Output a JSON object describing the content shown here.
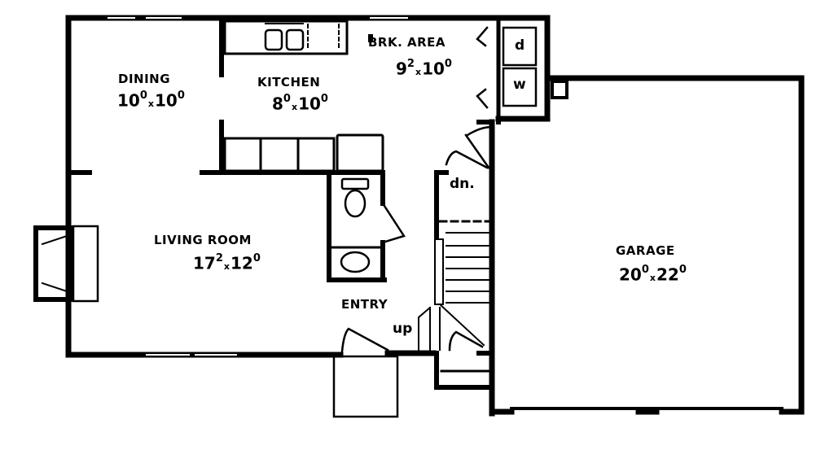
{
  "plan": {
    "stroke_color": "#000000",
    "background_color": "#ffffff",
    "rooms": {
      "dining": {
        "name": "DINING",
        "w": "10",
        "w_sup": "0",
        "h": "10",
        "h_sup": "0"
      },
      "kitchen": {
        "name": "KITCHEN",
        "w": "8",
        "w_sup": "0",
        "h": "10",
        "h_sup": "0"
      },
      "brk_area": {
        "name": "BRK. AREA",
        "w": "9",
        "w_sup": "2",
        "h": "10",
        "h_sup": "0"
      },
      "living": {
        "name": "LIVING ROOM",
        "w": "17",
        "w_sup": "2",
        "h": "12",
        "h_sup": "0"
      },
      "garage": {
        "name": "GARAGE",
        "w": "20",
        "w_sup": "0",
        "h": "22",
        "h_sup": "0"
      },
      "entry": {
        "name": "ENTRY"
      }
    },
    "appliances": {
      "dryer": "d",
      "washer": "w"
    },
    "stairs": {
      "down": "dn.",
      "up": "up"
    },
    "separator": "x"
  }
}
